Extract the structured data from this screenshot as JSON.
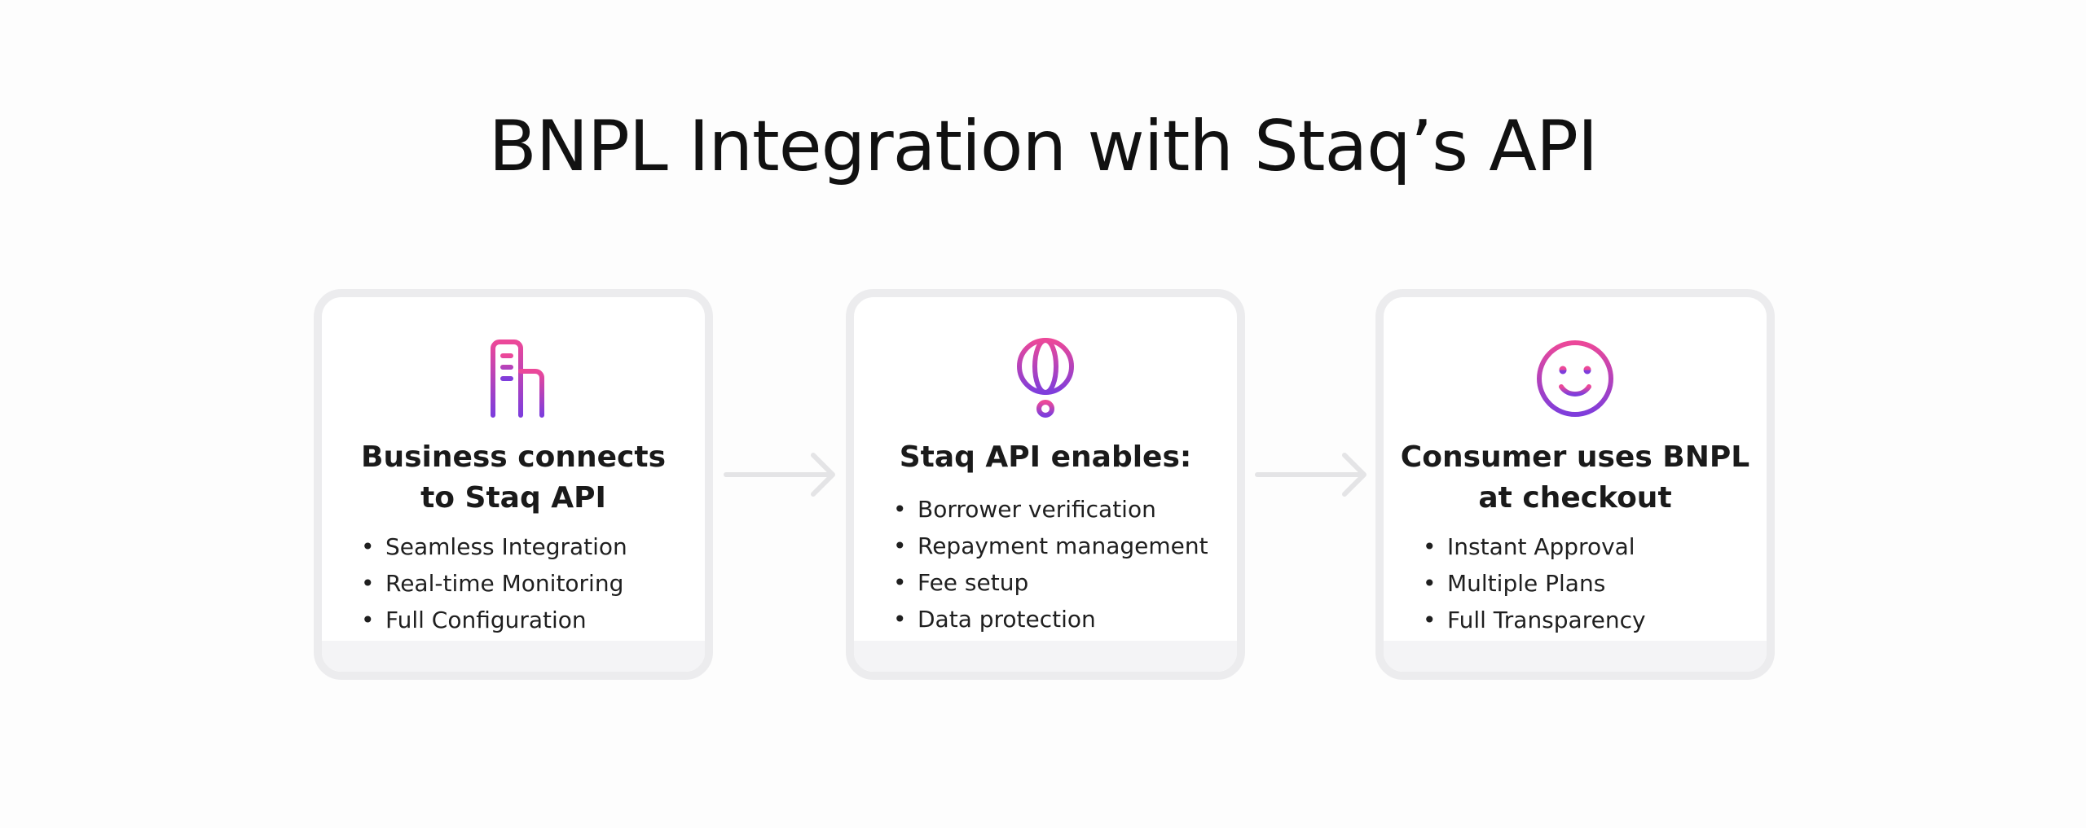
{
  "title": "BNPL Integration with Staq’s API",
  "colors": {
    "gradient_start": "#ec4899",
    "gradient_end": "#7e3ddc",
    "card_border": "#ececee",
    "arrow": "#e4e4e6"
  },
  "steps": [
    {
      "icon": "building-icon",
      "heading_lines": [
        "Business connects",
        "to Staq API"
      ],
      "items": [
        "Seamless Integration",
        "Real-time Monitoring",
        "Full Configuration"
      ]
    },
    {
      "icon": "globe-network-icon",
      "heading_lines": [
        "Staq API enables:"
      ],
      "items": [
        "Borrower verification",
        "Repayment management",
        "Fee setup",
        "Data protection"
      ]
    },
    {
      "icon": "smiley-face-icon",
      "heading_lines": [
        "Consumer uses BNPL",
        "at checkout"
      ],
      "items": [
        "Instant Approval",
        "Multiple Plans",
        "Full Transparency"
      ]
    }
  ]
}
